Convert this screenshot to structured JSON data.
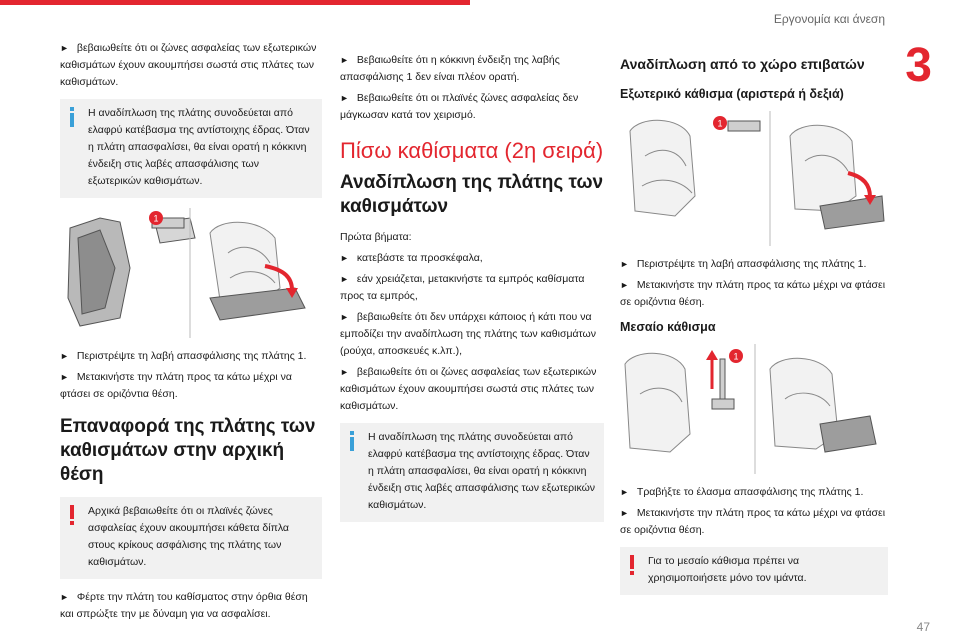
{
  "header": {
    "section_title": "Εργονομία και άνεση",
    "chapter_number": "3",
    "page_number": "47"
  },
  "col1": {
    "intro": "βεβαιωθείτε ότι οι ζώνες ασφαλείας των εξωτερικών καθισμάτων έχουν ακουμπήσει σωστά στις πλάτες των καθισμάτων.",
    "info_box": "Η αναδίπλωση της πλάτης συνοδεύεται από ελαφρύ κατέβασμα της αντίστοιχης έδρας. Όταν η πλάτη απασφαλίσει, θα είναι ορατή η κόκκινη ένδειξη στις λαβές απασφάλισης των εξωτερικών καθισμάτων.",
    "fig_callout": "1",
    "step1": "Περιστρέψτε τη λαβή απασφάλισης της πλάτης 1.",
    "step2": "Μετακινήστε την πλάτη προς τα κάτω μέχρι να φτάσει σε οριζόντια θέση.",
    "heading": "Επαναφορά της πλάτης των καθισμάτων στην αρχική θέση",
    "warn_box": "Αρχικά βεβαιωθείτε ότι οι πλαϊνές ζώνες ασφαλείας έχουν ακουμπήσει κάθετα δίπλα στους κρίκους ασφάλισης της πλάτης των καθισμάτων.",
    "step3": "Φέρτε την πλάτη του καθίσματος στην όρθια θέση και σπρώξτε την με δύναμη για να ασφαλίσει."
  },
  "col2": {
    "b1": "Βεβαιωθείτε ότι η κόκκινη ένδειξη της λαβής απασφάλισης 1 δεν είναι πλέον ορατή.",
    "b2": "Βεβαιωθείτε ότι οι πλαϊνές ζώνες ασφαλείας δεν μάγκωσαν κατά τον χειρισμό.",
    "section_title": "Πίσω καθίσματα (2η σειρά)",
    "heading": "Αναδίπλωση της πλάτης των καθισμάτων",
    "first_steps": "Πρώτα βήματα:",
    "s1": "κατεβάστε τα προσκέφαλα,",
    "s2": "εάν χρειάζεται, μετακινήστε τα εμπρός καθίσματα προς τα εμπρός,",
    "s3": "βεβαιωθείτε ότι δεν υπάρχει κάποιος ή κάτι που να εμποδίζει την αναδίπλωση της πλάτης των καθισμάτων (ρούχα, αποσκευές κ.λπ.),",
    "s4": "βεβαιωθείτε ότι οι ζώνες ασφαλείας των εξωτερικών καθισμάτων έχουν ακουμπήσει σωστά στις πλάτες των καθισμάτων.",
    "info_box": "Η αναδίπλωση της πλάτης συνοδεύεται από ελαφρύ κατέβασμα της αντίστοιχης έδρας. Όταν η πλάτη απασφαλίσει, θα είναι ορατή η κόκκινη ένδειξη στις λαβές απασφάλισης των εξωτερικών καθισμάτων."
  },
  "col3": {
    "heading": "Αναδίπλωση από το χώρο επιβατών",
    "sub1": "Εξωτερικό κάθισμα (αριστερά ή δεξιά)",
    "fig_callout": "1",
    "s1": "Περιστρέψτε τη λαβή απασφάλισης της πλάτης 1.",
    "s2": "Μετακινήστε την πλάτη προς τα κάτω μέχρι να φτάσει σε οριζόντια θέση.",
    "sub2": "Μεσαίο κάθισμα",
    "s3": "Τραβήξτε το έλασμα απασφάλισης της πλάτης 1.",
    "s4": "Μετακινήστε την πλάτη προς τα κάτω μέχρι να φτάσει σε οριζόντια θέση.",
    "warn_box": "Για το μεσαίο κάθισμα πρέπει να χρησιμοποιήσετε μόνο τον ιμάντα."
  },
  "colors": {
    "accent": "#e3262f",
    "info": "#3aa0d8",
    "box_bg": "#f1f1f1"
  },
  "icons": {
    "info": "info-icon",
    "warning": "warning-icon",
    "bullet": "bullet-arrow-icon"
  }
}
